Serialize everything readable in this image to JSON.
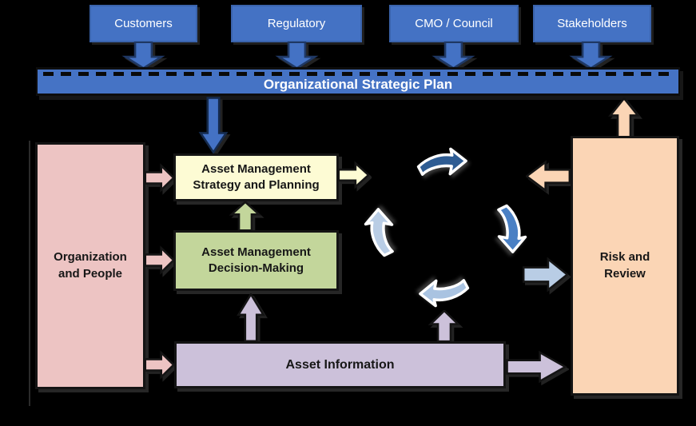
{
  "top_boxes": [
    {
      "label": "Customers"
    },
    {
      "label": "Regulatory"
    },
    {
      "label": "CMO / Council"
    },
    {
      "label": "Stakeholders"
    }
  ],
  "strategic_plan": {
    "label": "Organizational Strategic Plan"
  },
  "organization_box": {
    "line1": "Organization",
    "line2": "and People"
  },
  "strategy_box": {
    "line1": "Asset Management",
    "line2": "Strategy and Planning"
  },
  "decision_box": {
    "line1": "Asset Management",
    "line2": "Decision-Making"
  },
  "asset_information_box": {
    "label": "Asset Information"
  },
  "risk_box": {
    "line1": "Risk and",
    "line2": "Review"
  },
  "colors": {
    "background": "#000000",
    "stakeholder_boxes": "#4472C4",
    "strategic_plan_bar": "#4573C5",
    "strategy_box": "#FDFBD4",
    "decision_box": "#C3D69B",
    "asset_information_box": "#CCC1DA",
    "organization_box": "#EDC4C3",
    "risk_box": "#FBD5B5",
    "cycle_arrow_dark": "#2E5C93",
    "cycle_arrow_medium": "#4A80C4",
    "cycle_arrow_light": "#A9C3E1",
    "cycle_arrow_pale": "#B9CDE5",
    "text_light": "#FFFFFF",
    "text_dark": "#171717"
  }
}
